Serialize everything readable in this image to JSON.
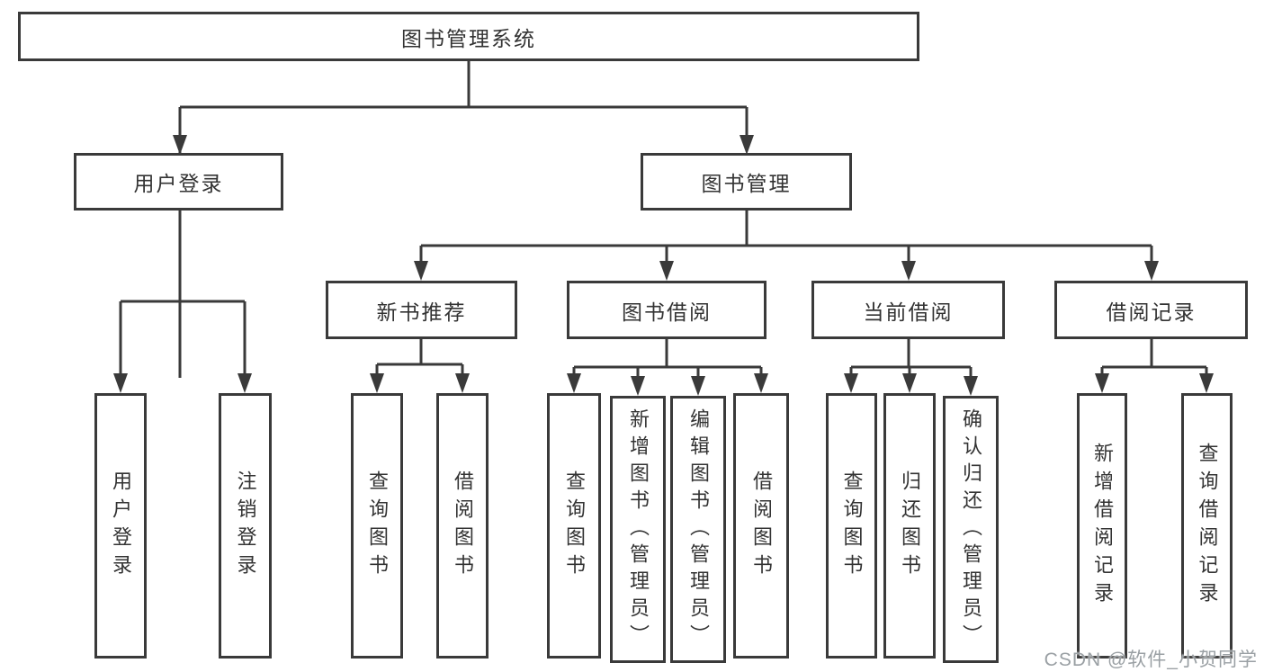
{
  "tree": {
    "label": "图书管理系统",
    "children": [
      {
        "label": "用户登录",
        "children": [
          {
            "label": "用户登录"
          },
          {
            "label": "注销登录"
          }
        ]
      },
      {
        "label": "图书管理",
        "children": [
          {
            "label": "新书推荐",
            "children": [
              {
                "label": "查询图书"
              },
              {
                "label": "借阅图书"
              }
            ]
          },
          {
            "label": "图书借阅",
            "children": [
              {
                "label": "查询图书"
              },
              {
                "label": "新增图书（管理员）"
              },
              {
                "label": "编辑图书（管理员）"
              },
              {
                "label": "借阅图书"
              }
            ]
          },
          {
            "label": "当前借阅",
            "children": [
              {
                "label": "查询图书"
              },
              {
                "label": "归还图书"
              },
              {
                "label": "确认归还（管理员）"
              }
            ]
          },
          {
            "label": "借阅记录",
            "children": [
              {
                "label": "新增借阅记录"
              },
              {
                "label": "查询借阅记录"
              }
            ]
          }
        ]
      }
    ]
  },
  "watermark": {
    "text": "CSDN @软件_小贺同学"
  },
  "colors": {
    "line": "#3a3a3a",
    "text": "#333333",
    "background": "#ffffff",
    "watermark": "#9aa0a4"
  }
}
